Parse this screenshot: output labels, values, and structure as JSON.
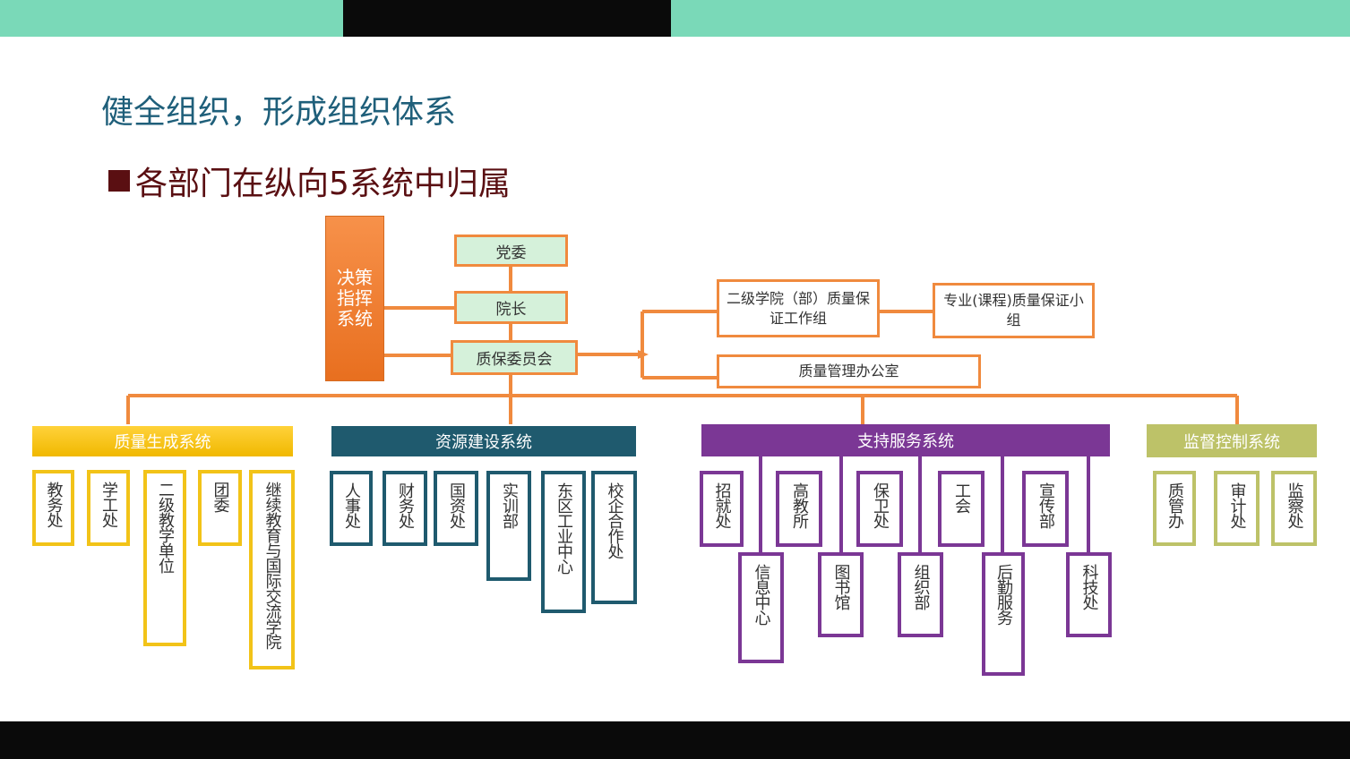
{
  "title": "健全组织，形成组织体系",
  "subtitle": "各部门在纵向5系统中归属",
  "decision": "决策指挥系统",
  "top": {
    "party": "党委",
    "president": "院长",
    "committee": "质保委员会"
  },
  "right": {
    "college_group": "二级学院（部）质量保证工作组",
    "major_group": "专业(课程)质量保证小组",
    "office": "质量管理办公室"
  },
  "systems": [
    {
      "name": "质量生成系统",
      "color": "#f2c318",
      "units": [
        "教务处",
        "学工处",
        "二级教学单位",
        "团委",
        "继续教育与国际交流学院"
      ]
    },
    {
      "name": "资源建设系统",
      "color": "#1f5a6e",
      "units": [
        "人事处",
        "财务处",
        "国资处",
        "实训部",
        "东区工业中心",
        "校企合作处"
      ]
    },
    {
      "name": "支持服务系统",
      "color": "#7b3795",
      "units": [
        "招就处",
        "信息中心",
        "高教所",
        "图书馆",
        "保卫处",
        "组织部",
        "工会",
        "后勤服务",
        "宣传部",
        "科技处"
      ]
    },
    {
      "name": "监督控制系统",
      "color": "#bdc268",
      "units": [
        "质管办",
        "审计处",
        "监察处"
      ]
    }
  ],
  "colors": {
    "accent": "#7ad9b8",
    "connector": "#f08a3e",
    "title": "#1f5f7a",
    "subtitle": "#5a0f12"
  }
}
